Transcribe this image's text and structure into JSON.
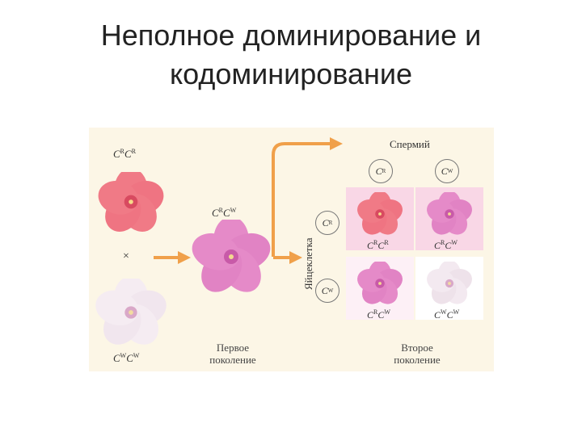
{
  "title": {
    "line1": "Неполное доминирование и",
    "line2": "кодоминирование"
  },
  "colors": {
    "panel": "#fcf6e6",
    "red": "#f07a86",
    "pink": "#e58ac8",
    "white": "#f6eef4",
    "arrow": "#f0a04a",
    "cell_pink": "#f9d7e6",
    "cell_light": "#fdf0f6"
  },
  "parents": {
    "red_base": "C",
    "red_sup1": "R",
    "red_sup2": "R",
    "white_base": "C",
    "white_sup1": "W",
    "white_sup2": "W",
    "cross": "×"
  },
  "f1": {
    "base": "C",
    "sup1": "R",
    "sup2": "W"
  },
  "sperm": {
    "label": "Спермий",
    "g1": "R",
    "g2": "W",
    "base": "C"
  },
  "egg": {
    "label": "Яйцеклетка",
    "g1": "R",
    "g2": "W",
    "base": "C"
  },
  "cells": [
    {
      "base": "C",
      "sup1": "R",
      "sup2": "R"
    },
    {
      "base": "C",
      "sup1": "R",
      "sup2": "W"
    },
    {
      "base": "C",
      "sup1": "R",
      "sup2": "W"
    },
    {
      "base": "C",
      "sup1": "W",
      "sup2": "W"
    }
  ],
  "captions": {
    "first_line1": "Первое",
    "first_line2": "поколение",
    "second_line1": "Второе",
    "second_line2": "поколение"
  }
}
